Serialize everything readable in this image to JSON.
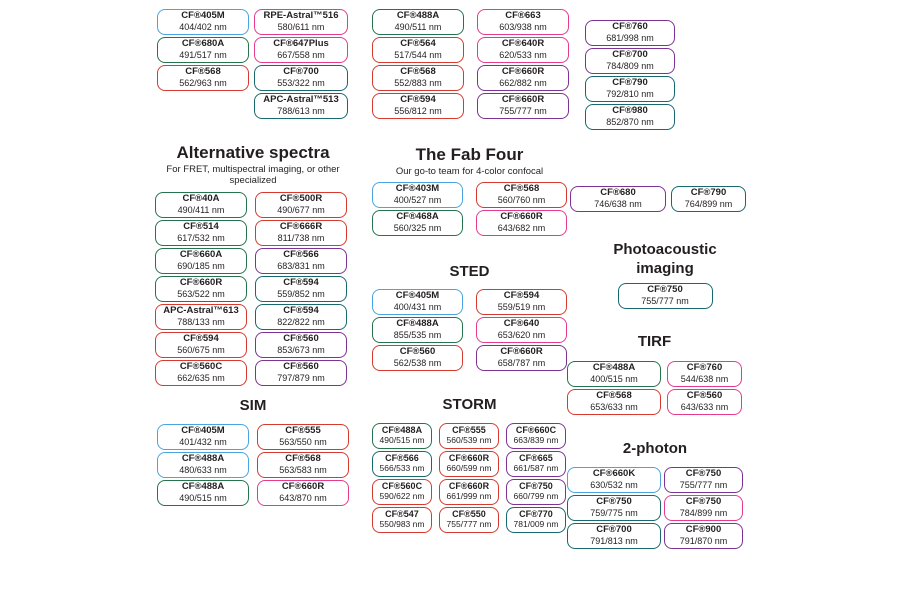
{
  "palette": {
    "blue": "#4aa4df",
    "green": "#26734d",
    "teal": "#17696e",
    "red": "#d63a2f",
    "pink": "#e63a8f",
    "purple": "#7e3294",
    "text": "#231f20"
  },
  "sections": {
    "top_left": {
      "columns": [
        [
          {
            "name": "CF®405M",
            "values": "404/402 nm",
            "color": "blue"
          },
          {
            "name": "CF®680A",
            "values": "491/517 nm",
            "color": "green"
          },
          {
            "name": "CF®568",
            "values": "562/963 nm",
            "color": "red"
          }
        ],
        [
          {
            "name": "RPE-Astral™516",
            "values": "580/611 nm",
            "color": "pink"
          },
          {
            "name": "CF®647Plus",
            "values": "667/558 nm",
            "color": "pink"
          },
          {
            "name": "CF®700",
            "values": "553/322 nm",
            "color": "teal"
          },
          {
            "name": "APC-Astral™513",
            "values": "788/613 nm",
            "color": "teal"
          }
        ]
      ]
    },
    "top_mid": {
      "columns": [
        [
          {
            "name": "CF®488A",
            "values": "490/511 nm",
            "color": "green"
          },
          {
            "name": "CF®564",
            "values": "517/544 nm",
            "color": "red"
          },
          {
            "name": "CF®568",
            "values": "552/883 nm",
            "color": "red"
          },
          {
            "name": "CF®594",
            "values": "556/812 nm",
            "color": "red"
          }
        ],
        [
          {
            "name": "CF®663",
            "values": "603/938 nm",
            "color": "pink"
          },
          {
            "name": "CF®640R",
            "values": "620/533 nm",
            "color": "pink"
          },
          {
            "name": "CF®660R",
            "values": "662/882 nm",
            "color": "purple"
          },
          {
            "name": "CF®660R",
            "values": "755/777 nm",
            "color": "purple"
          }
        ]
      ]
    },
    "top_right": {
      "columns": [
        [
          {
            "name": "CF®760",
            "values": "681/998 nm",
            "color": "purple"
          },
          {
            "name": "CF®700",
            "values": "784/809 nm",
            "color": "purple"
          },
          {
            "name": "CF®790",
            "values": "792/810 nm",
            "color": "teal"
          },
          {
            "name": "CF®980",
            "values": "852/870 nm",
            "color": "teal"
          }
        ]
      ]
    },
    "alternative": {
      "title": "Alternative spectra",
      "subtitle": "For FRET, multispectral imaging, or other specialized",
      "columns": [
        [
          {
            "name": "CF®40A",
            "values": "490/411 nm",
            "color": "green"
          },
          {
            "name": "CF®514",
            "values": "617/532 nm",
            "color": "green"
          },
          {
            "name": "CF®660A",
            "values": "690/185 nm",
            "color": "green"
          },
          {
            "name": "CF®660R",
            "values": "563/522 nm",
            "color": "green"
          },
          {
            "name": "APC-Astral™613",
            "values": "788/133 nm",
            "color": "red"
          },
          {
            "name": "CF®594",
            "values": "560/675 nm",
            "color": "red"
          },
          {
            "name": "CF®560C",
            "values": "662/635 nm",
            "color": "red"
          }
        ],
        [
          {
            "name": "CF®500R",
            "values": "490/677 nm",
            "color": "red"
          },
          {
            "name": "CF®666R",
            "values": "811/738 nm",
            "color": "red"
          },
          {
            "name": "CF®566",
            "values": "683/831 nm",
            "color": "purple"
          },
          {
            "name": "CF®594",
            "values": "559/852 nm",
            "color": "teal"
          },
          {
            "name": "CF®594",
            "values": "822/822 nm",
            "color": "teal"
          },
          {
            "name": "CF®560",
            "values": "853/673 nm",
            "color": "purple"
          },
          {
            "name": "CF®560",
            "values": "797/879 nm",
            "color": "purple"
          }
        ]
      ]
    },
    "fab_four": {
      "title": "The Fab Four",
      "subtitle": "Our go-to team for 4-color confocal",
      "columns": [
        [
          {
            "name": "CF®403M",
            "values": "400/527 nm",
            "color": "blue"
          },
          {
            "name": "CF®468A",
            "values": "560/325 nm",
            "color": "green"
          }
        ],
        [
          {
            "name": "CF®568",
            "values": "560/760 nm",
            "color": "red"
          },
          {
            "name": "CF®660R",
            "values": "643/682 nm",
            "color": "pink"
          }
        ]
      ]
    },
    "sted": {
      "title": "STED",
      "columns": [
        [
          {
            "name": "CF®405M",
            "values": "400/431 nm",
            "color": "blue"
          },
          {
            "name": "CF®488A",
            "values": "855/535 nm",
            "color": "green"
          },
          {
            "name": "CF®560",
            "values": "562/538 nm",
            "color": "red"
          }
        ],
        [
          {
            "name": "CF®594",
            "values": "559/519 nm",
            "color": "red"
          },
          {
            "name": "CF®640",
            "values": "653/620 nm",
            "color": "pink"
          },
          {
            "name": "CF®660R",
            "values": "658/787 nm",
            "color": "purple"
          }
        ]
      ]
    },
    "sim": {
      "title": "SIM",
      "columns": [
        [
          {
            "name": "CF®405M",
            "values": "401/432 nm",
            "color": "blue"
          },
          {
            "name": "CF®488A",
            "values": "480/633 nm",
            "color": "blue"
          },
          {
            "name": "CF®488A",
            "values": "490/515 nm",
            "color": "green"
          }
        ],
        [
          {
            "name": "CF®555",
            "values": "563/550 nm",
            "color": "red"
          },
          {
            "name": "CF®568",
            "values": "563/583 nm",
            "color": "red"
          },
          {
            "name": "CF®660R",
            "values": "643/870 nm",
            "color": "pink"
          }
        ]
      ]
    },
    "storm": {
      "title": "STORM",
      "columns": [
        [
          {
            "name": "CF®488A",
            "values": "490/515 nm",
            "color": "green"
          },
          {
            "name": "CF®566",
            "values": "566/533 nm",
            "color": "teal"
          },
          {
            "name": "CF®560C",
            "values": "590/622 nm",
            "color": "red"
          },
          {
            "name": "CF®547",
            "values": "550/983 nm",
            "color": "red"
          }
        ],
        [
          {
            "name": "CF®555",
            "values": "560/539 nm",
            "color": "red"
          },
          {
            "name": "CF®660R",
            "values": "660/599 nm",
            "color": "red"
          },
          {
            "name": "CF®660R",
            "values": "661/999 nm",
            "color": "red"
          },
          {
            "name": "CF®550",
            "values": "755/777 nm",
            "color": "red"
          }
        ],
        [
          {
            "name": "CF®660C",
            "values": "663/839 nm",
            "color": "purple"
          },
          {
            "name": "CF®665",
            "values": "661/587 nm",
            "color": "purple"
          },
          {
            "name": "CF®750",
            "values": "660/799 nm",
            "color": "purple"
          },
          {
            "name": "CF®770",
            "values": "781/009 nm",
            "color": "teal"
          }
        ]
      ]
    },
    "right_pair": {
      "columns": [
        [
          {
            "name": "CF®680",
            "values": "746/638 nm",
            "color": "purple"
          }
        ],
        [
          {
            "name": "CF®790",
            "values": "764/899 nm",
            "color": "teal"
          }
        ]
      ]
    },
    "photoacoustic": {
      "title": "Photoacoustic imaging",
      "columns": [
        [
          {
            "name": "CF®750",
            "values": "755/777 nm",
            "color": "teal"
          }
        ]
      ]
    },
    "tirf": {
      "title": "TIRF",
      "columns": [
        [
          {
            "name": "CF®488A",
            "values": "400/515 nm",
            "color": "green"
          },
          {
            "name": "CF®568",
            "values": "653/633 nm",
            "color": "red"
          }
        ],
        [
          {
            "name": "CF®760",
            "values": "544/638 nm",
            "color": "pink"
          },
          {
            "name": "CF®560",
            "values": "643/633 nm",
            "color": "pink"
          }
        ]
      ]
    },
    "two_photon": {
      "title": "2-photon",
      "columns": [
        [
          {
            "name": "CF®660K",
            "values": "630/532 nm",
            "color": "blue"
          },
          {
            "name": "CF®750",
            "values": "759/775 nm",
            "color": "teal"
          },
          {
            "name": "CF®700",
            "values": "791/813 nm",
            "color": "teal"
          }
        ],
        [
          {
            "name": "CF®750",
            "values": "755/777 nm",
            "color": "purple"
          },
          {
            "name": "CF®750",
            "values": "784/899 nm",
            "color": "pink"
          },
          {
            "name": "CF®900",
            "values": "791/870 nm",
            "color": "purple"
          }
        ]
      ]
    }
  }
}
